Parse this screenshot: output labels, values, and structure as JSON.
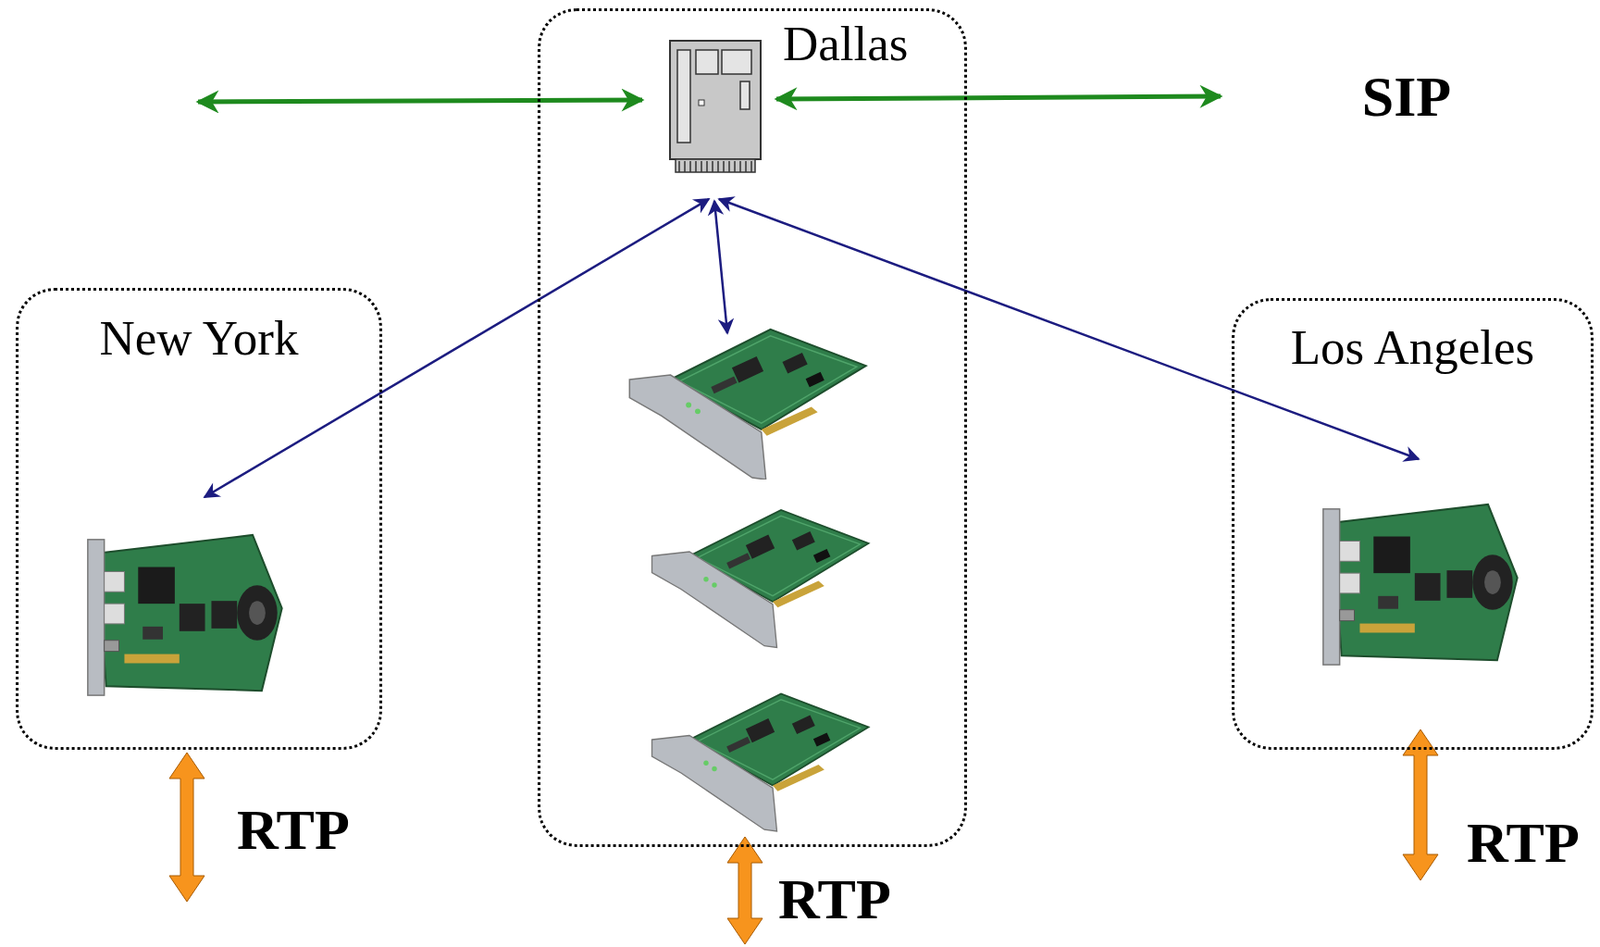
{
  "diagram": {
    "nodes": [
      {
        "text": [
          "Dallas"
        ]
      },
      {
        "text": [
          "New York"
        ]
      },
      {
        "text": [
          "Los Angeles"
        ]
      }
    ],
    "edges": [
      {
        "from": 0,
        "to": 1,
        "arrow": "both"
      },
      {
        "from": 0,
        "to": 2,
        "arrow": "both"
      }
    ],
    "labels": [
      "SIP",
      "RTP",
      "RTP",
      "RTP"
    ]
  }
}
